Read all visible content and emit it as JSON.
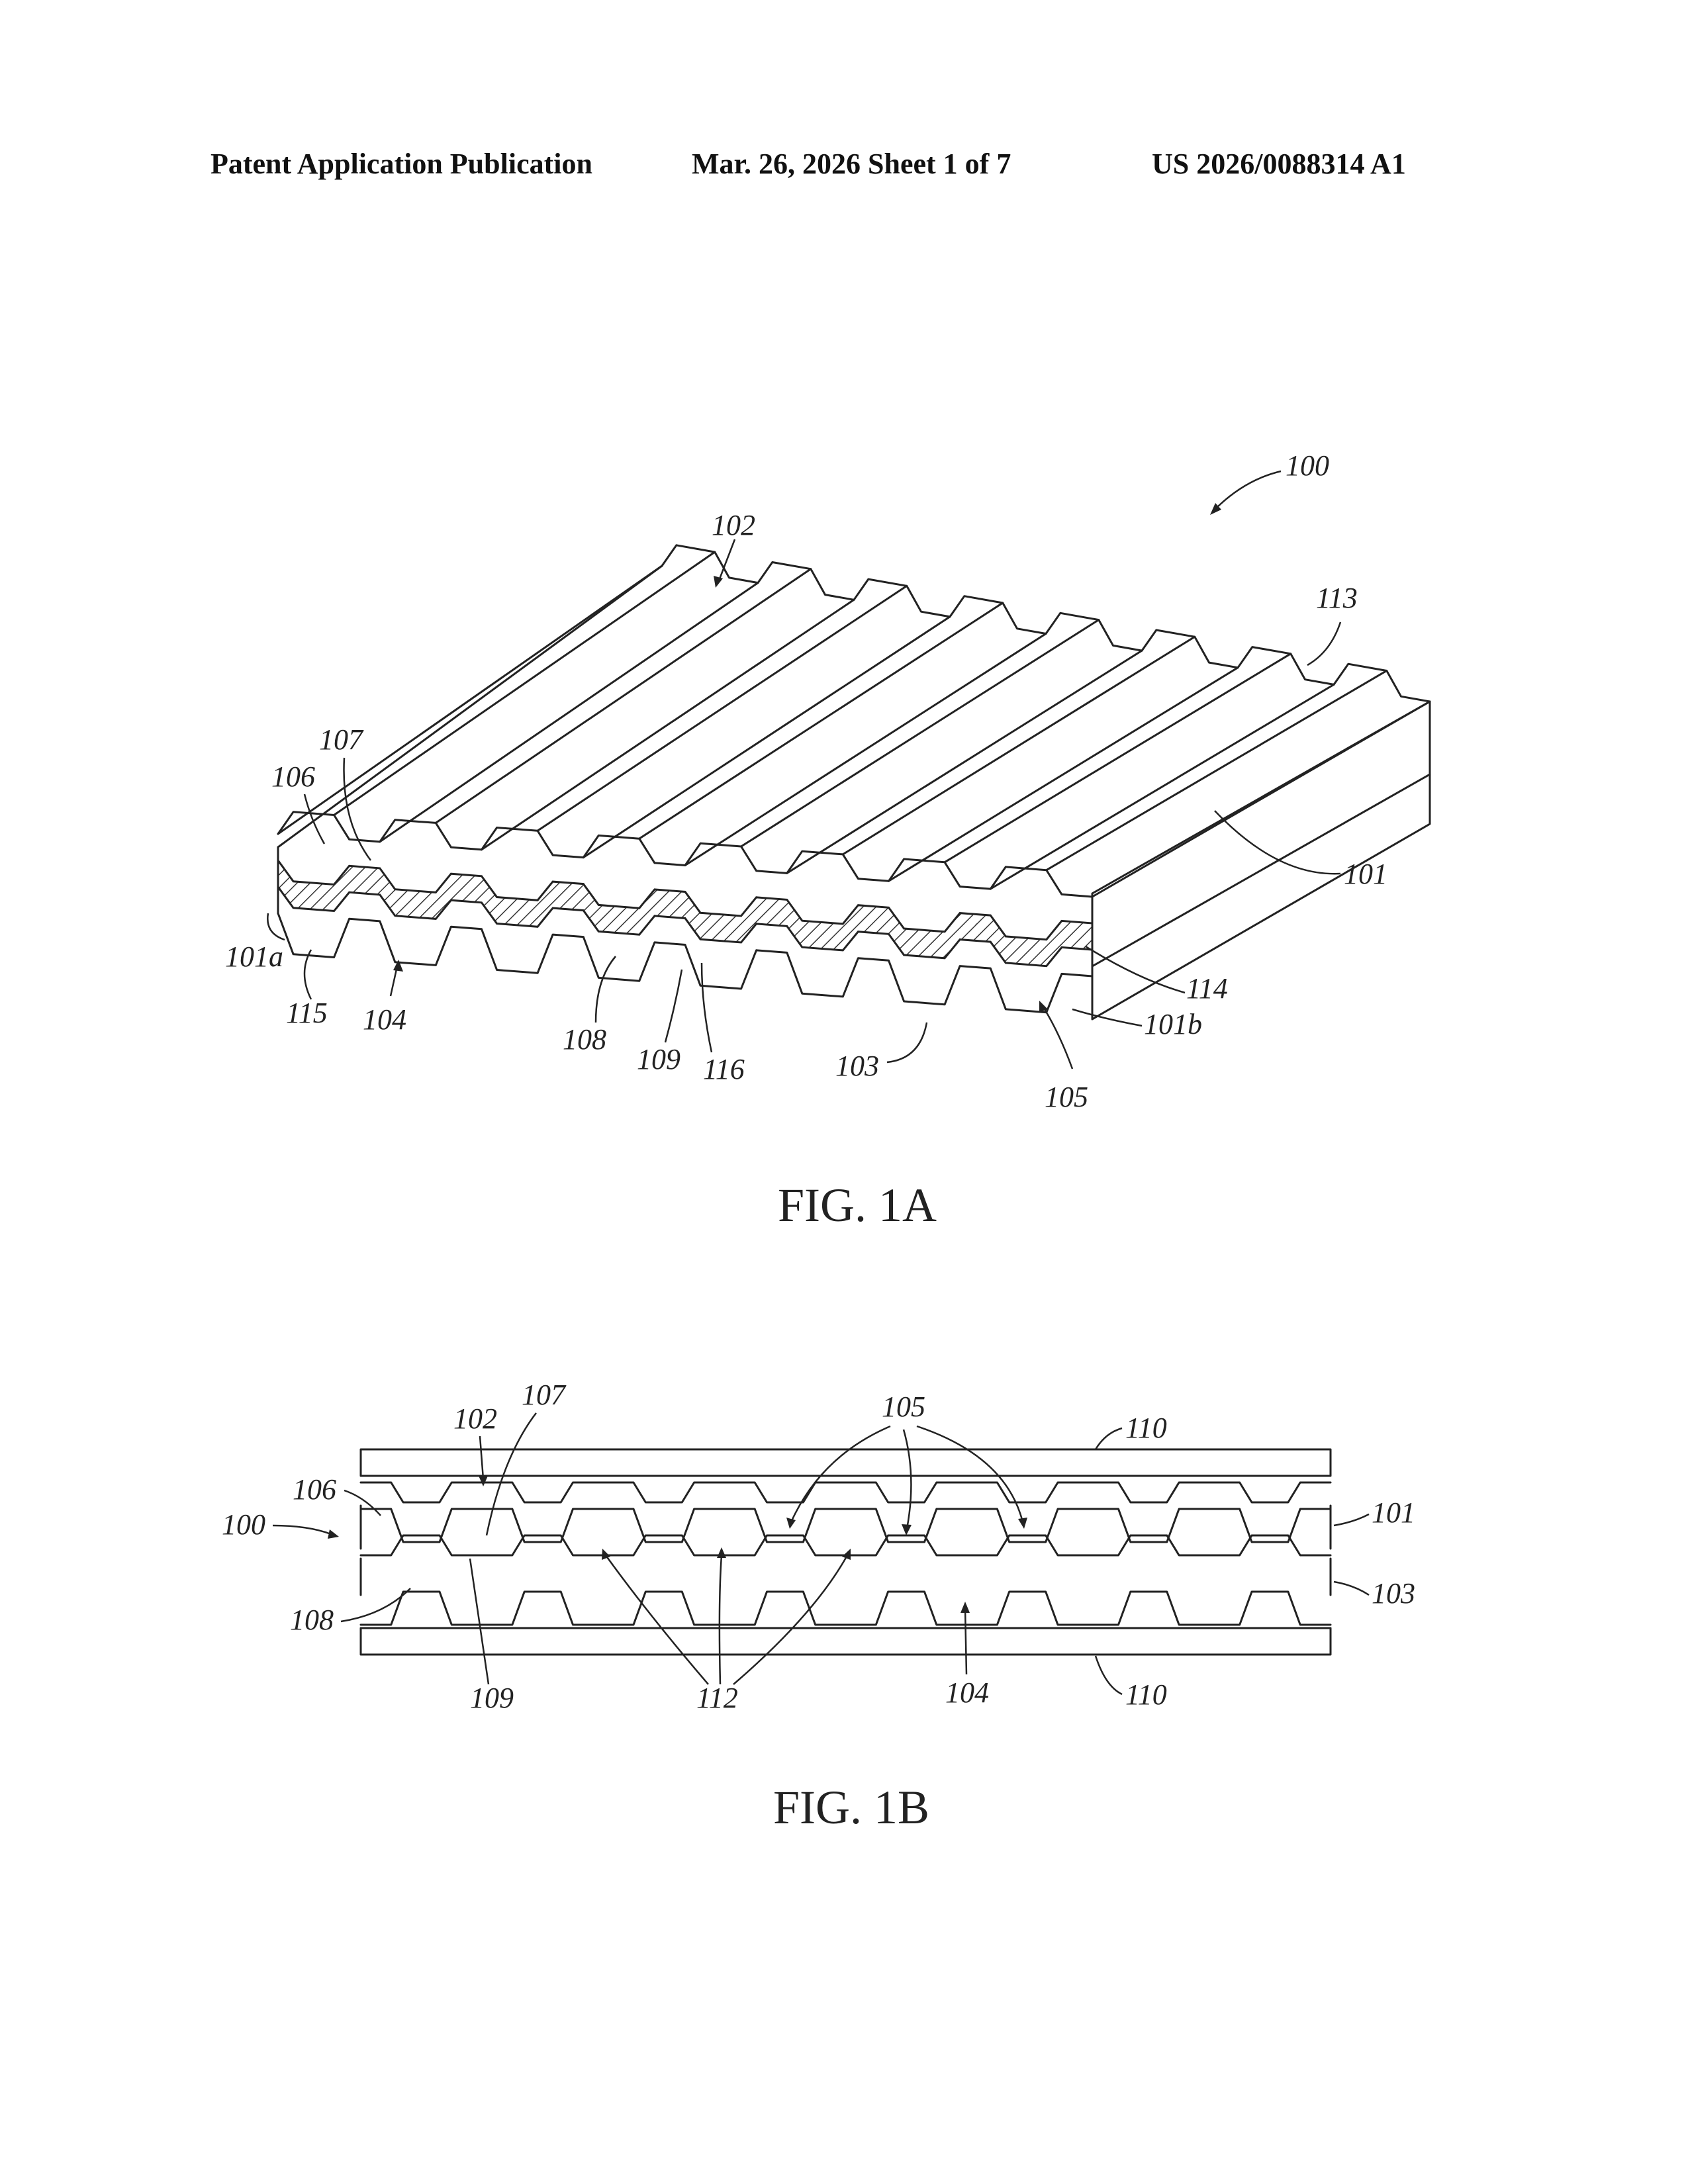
{
  "header": {
    "left": "Patent Application Publication",
    "middle": "Mar. 26, 2026  Sheet 1 of 7",
    "right": "US 2026/0088314 A1"
  },
  "fig1a": {
    "caption": "FIG. 1A",
    "labels": {
      "l100": "100",
      "l102": "102",
      "l113": "113",
      "l107": "107",
      "l106": "106",
      "l101": "101",
      "l101a": "101a",
      "l115": "115",
      "l104": "104",
      "l108": "108",
      "l109": "109",
      "l116": "116",
      "l103": "103",
      "l114": "114",
      "l101b": "101b",
      "l105": "105"
    }
  },
  "fig1b": {
    "caption": "FIG. 1B",
    "labels": {
      "l102": "102",
      "l107": "107",
      "l105": "105",
      "l110_top": "110",
      "l106": "106",
      "l100": "100",
      "l101": "101",
      "l103": "103",
      "l108": "108",
      "l109": "109",
      "l112": "112",
      "l104": "104",
      "l110_bottom": "110"
    }
  }
}
